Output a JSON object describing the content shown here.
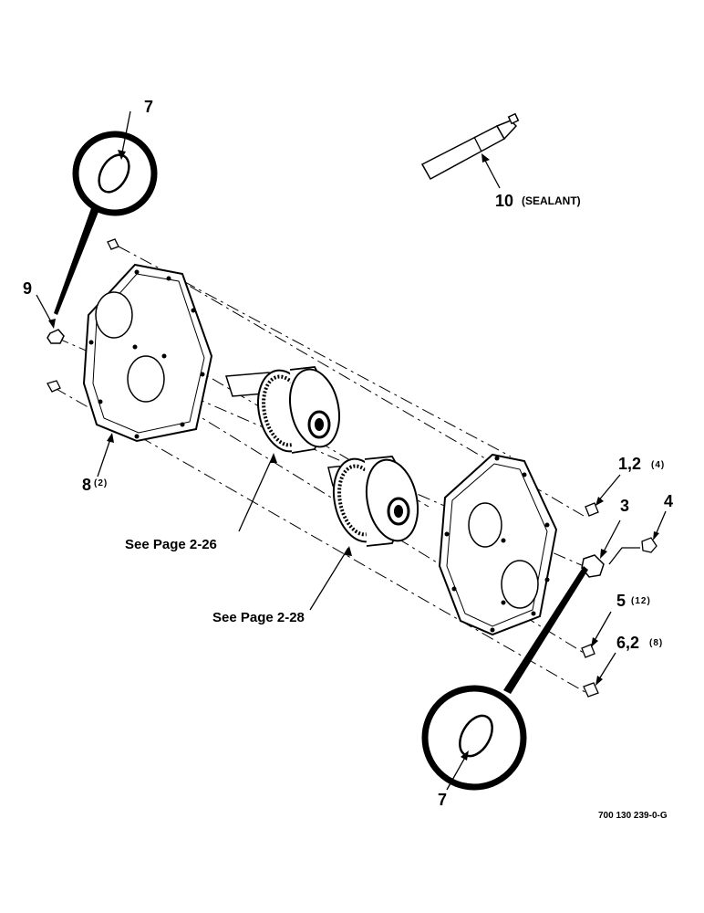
{
  "callouts": {
    "c7_top": "7",
    "c7_bottom": "7",
    "c9": "9",
    "c10": "10",
    "c10_note": "(SEALANT)",
    "c8": "8",
    "c8_qty": "(2)",
    "c1_2": "1,2",
    "c1_2_qty": "(4)",
    "c3": "3",
    "c4": "4",
    "c5": "5",
    "c5_qty": "(12)",
    "c6_2": "6,2",
    "c6_2_qty": "(8)"
  },
  "references": {
    "page_2_26": "See Page 2-26",
    "page_2_28": "See Page 2-28"
  },
  "figure_number": "700 130 239-0-G",
  "icons": [
    "oring-detail-icon",
    "sealant-tube-icon",
    "bolt-icon",
    "nut-icon",
    "gear-icon",
    "housing-plate-icon"
  ]
}
